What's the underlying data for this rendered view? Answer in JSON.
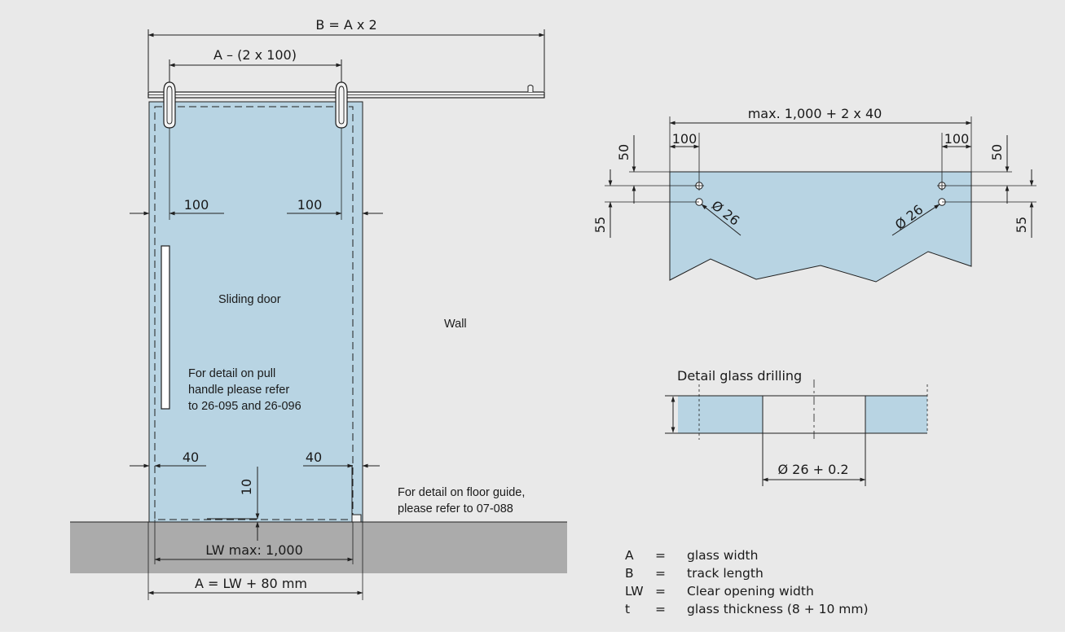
{
  "colors": {
    "background": "#e9e9e9",
    "glass": "#b8d4e3",
    "floor": "#ababab",
    "line": "#1f1f1f"
  },
  "dimensions": {
    "track_length": "B = A x 2",
    "roller_spacing": "A – (2 x 100)",
    "left_roller_offset": "100",
    "right_roller_offset": "100",
    "left_glass_margin": "40",
    "right_glass_margin": "40",
    "floor_gap": "10",
    "clear_opening": "LW max: 1,000",
    "glass_width": "A = LW + 80 mm"
  },
  "labels": {
    "door": "Sliding door",
    "pull_handle_note": [
      "For detail on pull",
      "handle please refer",
      "to 26-095 and 26-096"
    ],
    "wall": "Wall",
    "floor_guide_note": [
      "For detail on floor guide,",
      "please refer to 07-088"
    ]
  },
  "drilling_top": {
    "overall": "max. 1,000 + 2 x 40",
    "left_edge": "100",
    "right_edge": "100",
    "left_top": "50",
    "right_top": "50",
    "left_spacing": "55",
    "right_spacing": "55",
    "left_diameter": "Ø 26",
    "right_diameter": "Ø 26"
  },
  "drilling_section": {
    "title": "Detail glass drilling",
    "hole": "Ø 26 + 0.2"
  },
  "legend": [
    {
      "key": "A",
      "eq": "=",
      "desc": "glass width"
    },
    {
      "key": "B",
      "eq": "=",
      "desc": "track length"
    },
    {
      "key": "LW",
      "eq": "=",
      "desc": "Clear opening width"
    },
    {
      "key": "t",
      "eq": "=",
      "desc": "glass thickness (8 + 10 mm)"
    }
  ]
}
